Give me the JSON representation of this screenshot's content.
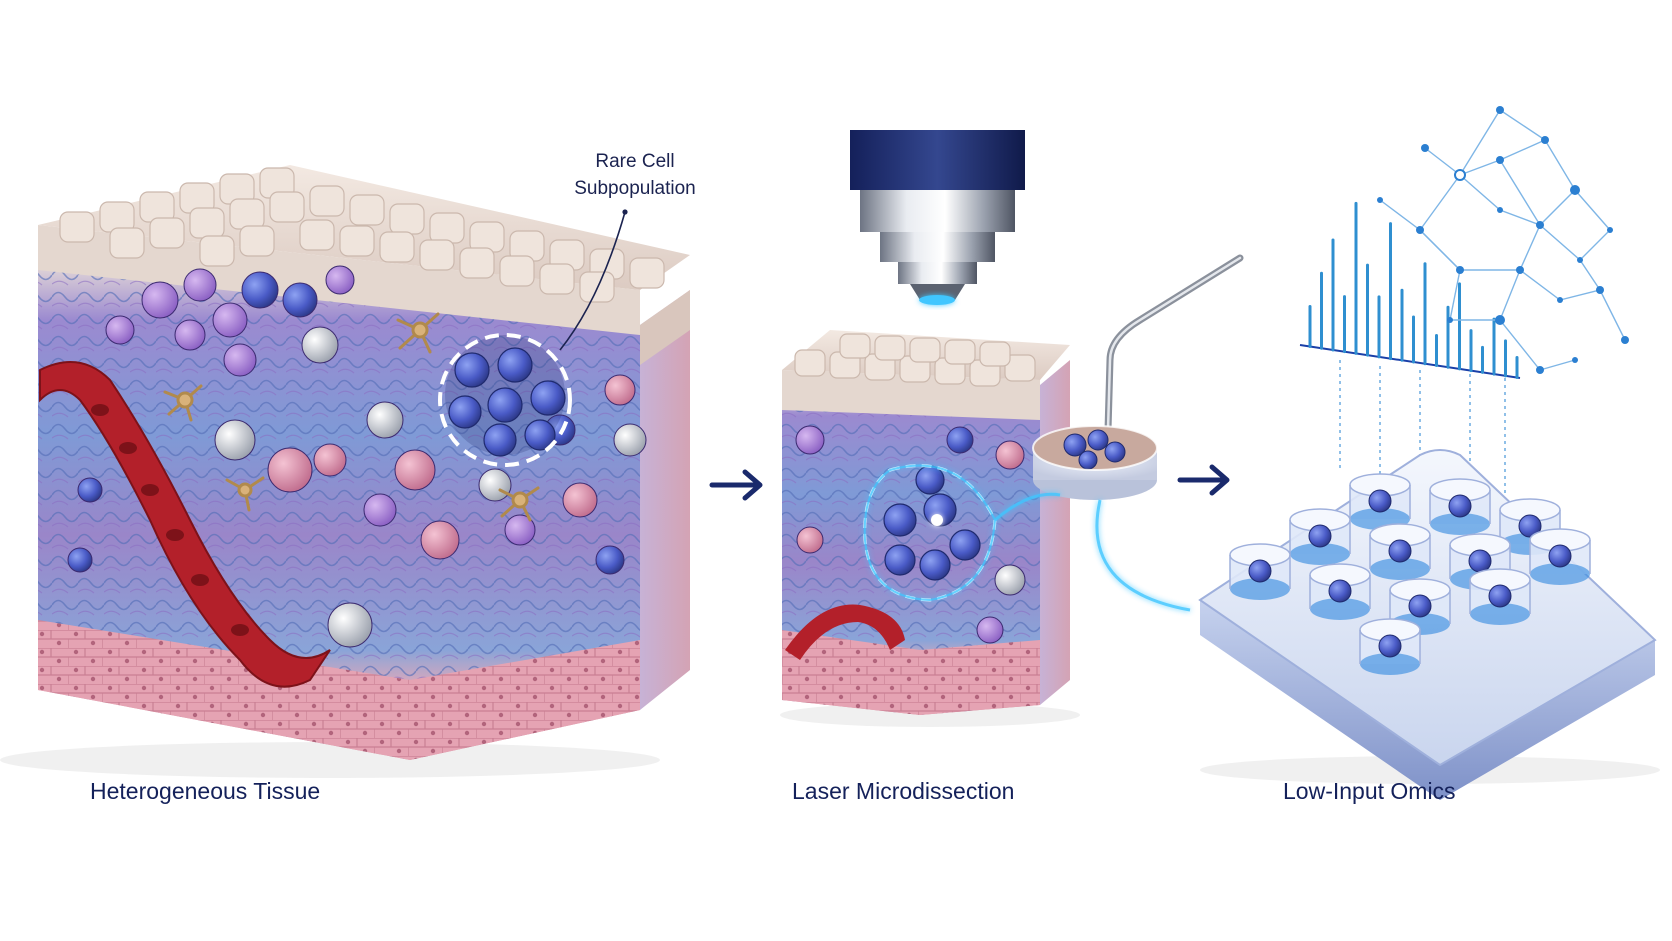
{
  "callout": {
    "line1": "Rare Cell",
    "line2": "Subpopulation"
  },
  "steps": [
    {
      "label": "Heterogeneous Tissue"
    },
    {
      "label": "Laser Microdissection"
    },
    {
      "label": "Low-Input Omics"
    }
  ],
  "colors": {
    "text": "#14215a",
    "arrow": "#1a2a6c",
    "laser": "#3fc6ff",
    "rare_cell": "#4a5bc7",
    "epithelium": "#e9ddd6",
    "stroma": "#7f9ad6",
    "blood_vessel": "#b3202a",
    "basal_layer": "#e7a9b7",
    "plot_bar": "#2f8fd0",
    "network_node": "#2b7fd1"
  },
  "icons": [
    "tissue-block",
    "microscope-objective",
    "laser-beam",
    "dissected-sample",
    "collection-tip",
    "well-plate",
    "spectrum-plot",
    "network-graph",
    "arrow-right"
  ]
}
